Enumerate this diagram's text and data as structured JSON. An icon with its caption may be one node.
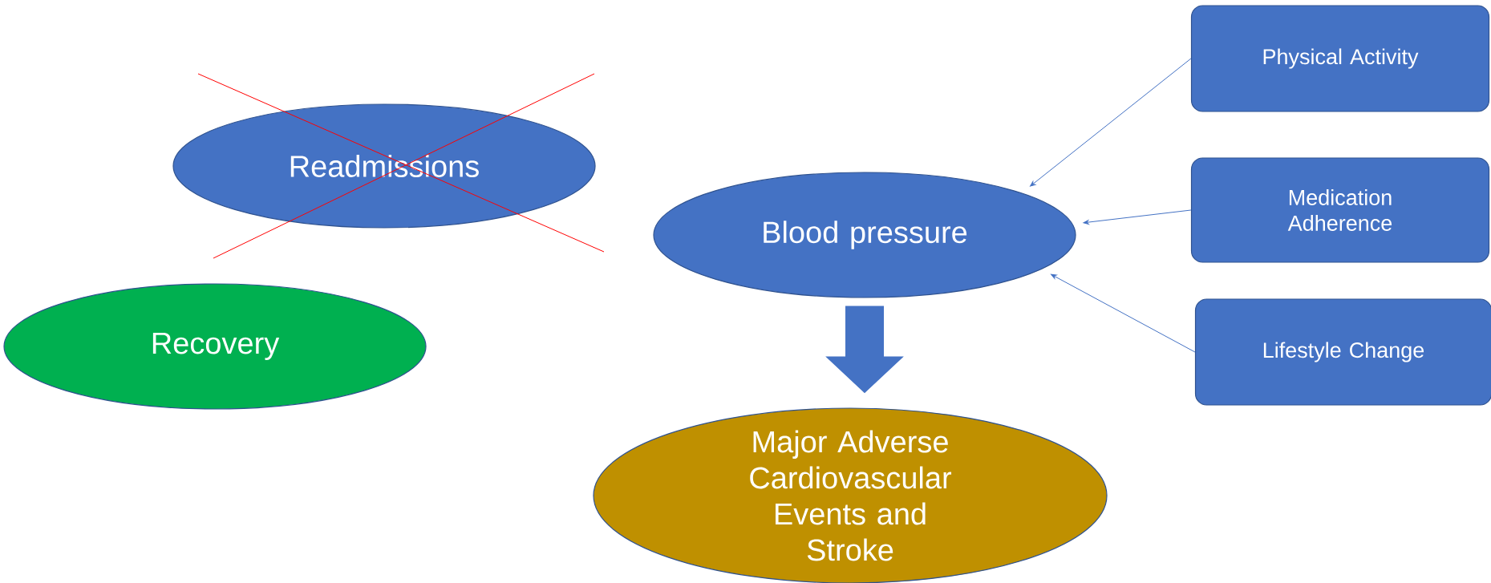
{
  "diagram": {
    "nodes": [
      {
        "text": [
          "Readmissions"
        ]
      },
      {
        "text": [
          "Recovery"
        ]
      },
      {
        "text": [
          "Blood pressure"
        ]
      },
      {
        "text": [
          "Major Adverse Cardiovascular Events and Stroke"
        ]
      },
      {
        "text": [
          "Physical Activity"
        ]
      },
      {
        "text": [
          "Medication Adherence"
        ]
      },
      {
        "text": [
          "Lifestyle Change"
        ]
      }
    ],
    "edges": [
      {
        "from": 2,
        "to": 3,
        "arrow": "to",
        "style": "thick"
      },
      {
        "from": 4,
        "to": 2,
        "arrow": "to"
      },
      {
        "from": 5,
        "to": 2,
        "arrow": "to"
      },
      {
        "from": 6,
        "to": 2,
        "arrow": "to"
      }
    ]
  }
}
